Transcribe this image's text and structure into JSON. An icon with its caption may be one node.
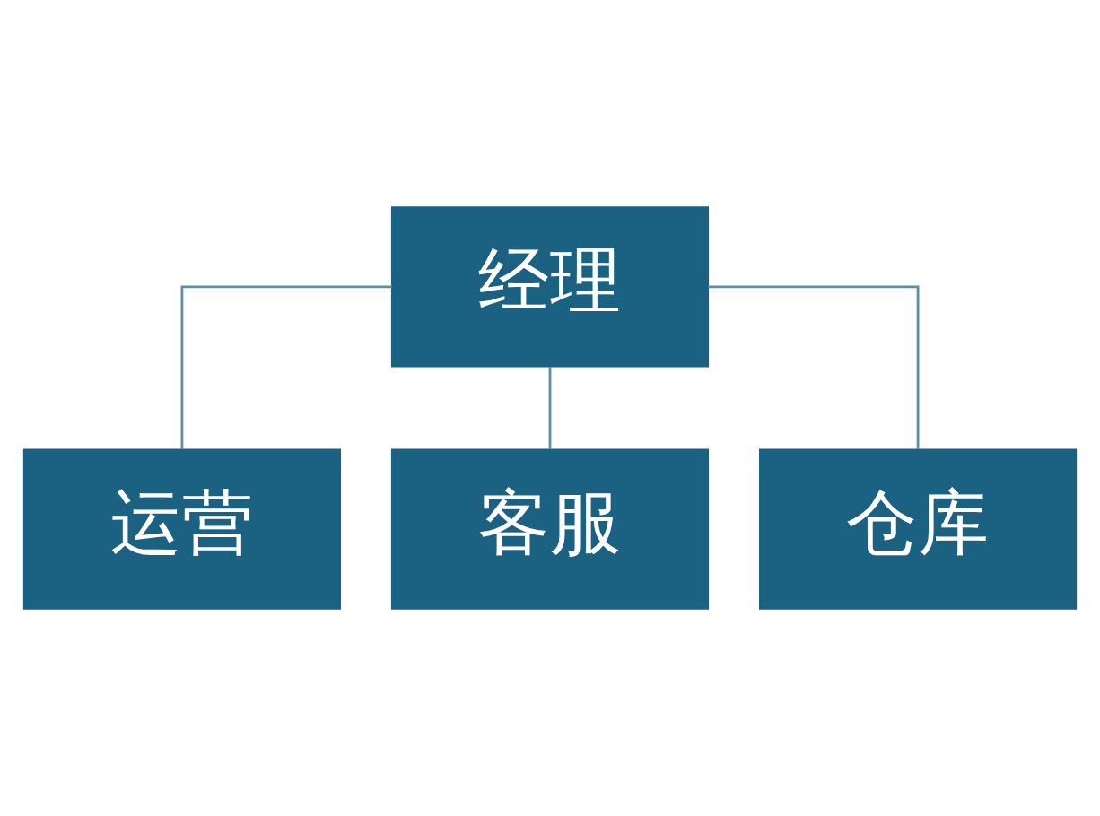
{
  "diagram": {
    "nodes": [
      {
        "text": [
          "经理"
        ]
      },
      {
        "text": [
          "运营"
        ]
      },
      {
        "text": [
          "客服"
        ]
      },
      {
        "text": [
          "仓库"
        ]
      }
    ],
    "edges": [
      {
        "from": 0,
        "to": 1,
        "arrow": "none"
      },
      {
        "from": 0,
        "to": 2,
        "arrow": "none"
      },
      {
        "from": 0,
        "to": 3,
        "arrow": "none"
      }
    ]
  }
}
